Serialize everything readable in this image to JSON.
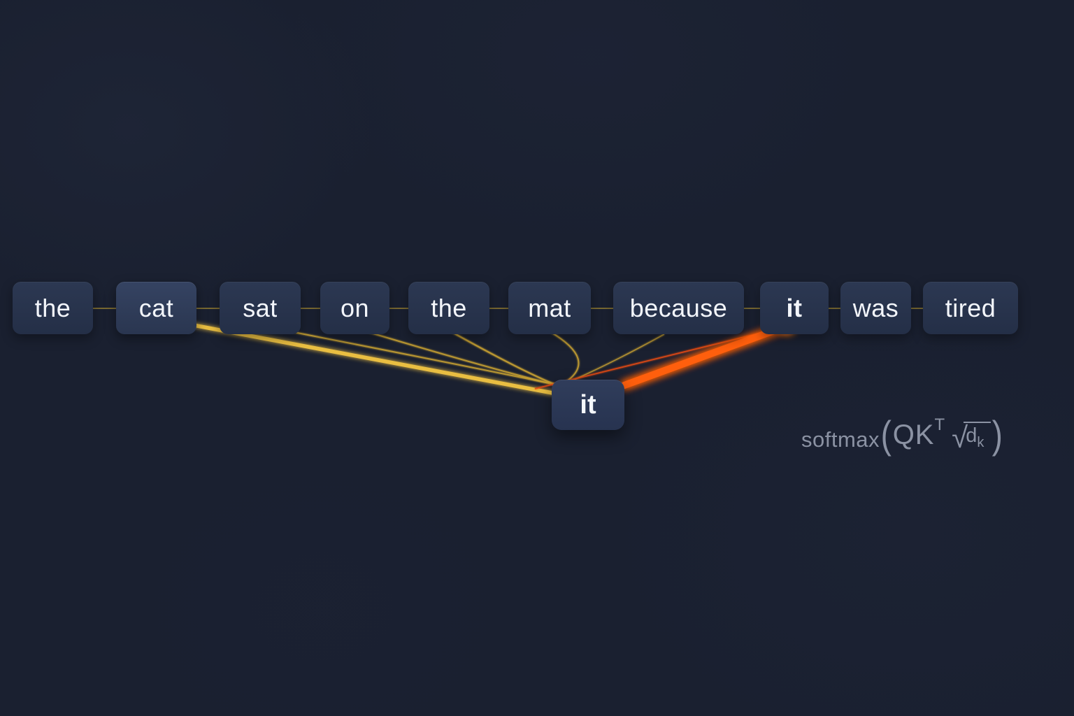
{
  "sentence_tokens": [
    {
      "label": "the"
    },
    {
      "label": "cat"
    },
    {
      "label": "sat"
    },
    {
      "label": "on"
    },
    {
      "label": "the"
    },
    {
      "label": "mat"
    },
    {
      "label": "because"
    },
    {
      "label": "it"
    },
    {
      "label": "was"
    },
    {
      "label": "tired"
    }
  ],
  "query_token": {
    "label": "it"
  },
  "formula": {
    "fn": "softmax",
    "open": "(",
    "qk": "QK",
    "transpose": "T",
    "radical": "√",
    "d": "d",
    "k": "k",
    "close": ")"
  },
  "attention": {
    "query": "it",
    "edges": [
      {
        "from": "cat",
        "to": "it",
        "weight": 0.55
      },
      {
        "from": "sat",
        "to": "it",
        "weight": 0.12
      },
      {
        "from": "on",
        "to": "it",
        "weight": 0.12
      },
      {
        "from": "the",
        "to": "it",
        "weight": 0.12
      },
      {
        "from": "mat",
        "to": "it",
        "weight": 0.12
      },
      {
        "from": "because",
        "to": "it",
        "weight": 0.1
      },
      {
        "from": "it",
        "to": "it",
        "weight": 1.0
      }
    ]
  },
  "colors": {
    "background": "#1a2030",
    "token_box": "#273349",
    "token_box_highlight": "#32405e",
    "token_text": "#f3f6fb",
    "connector": "#8a7531",
    "edge_strong_yellow": "#e9be42",
    "edge_weak_yellow": "#c9a233",
    "edge_orange": "#ff5f10",
    "edge_red": "#df4a12",
    "dot_orange": "#ff7d1f",
    "formula_text": "#959cad"
  }
}
